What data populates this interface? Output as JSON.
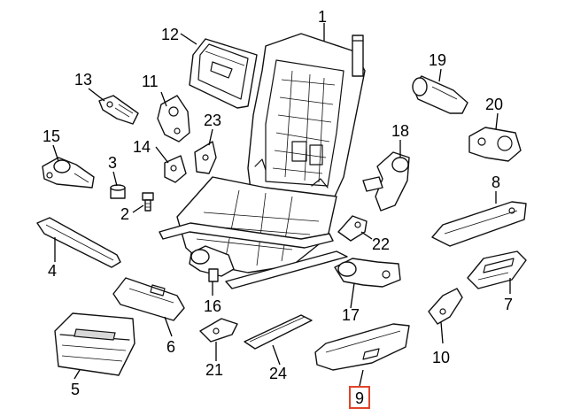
{
  "diagram": {
    "parts": [
      {
        "number": "1"
      },
      {
        "number": "2"
      },
      {
        "number": "3"
      },
      {
        "number": "4"
      },
      {
        "number": "5"
      },
      {
        "number": "6"
      },
      {
        "number": "7"
      },
      {
        "number": "8"
      },
      {
        "number": "9",
        "highlighted": true
      },
      {
        "number": "10"
      },
      {
        "number": "11"
      },
      {
        "number": "12"
      },
      {
        "number": "13"
      },
      {
        "number": "14"
      },
      {
        "number": "15"
      },
      {
        "number": "16"
      },
      {
        "number": "17"
      },
      {
        "number": "18"
      },
      {
        "number": "19"
      },
      {
        "number": "20"
      },
      {
        "number": "21"
      },
      {
        "number": "22"
      },
      {
        "number": "23"
      },
      {
        "number": "24"
      }
    ],
    "highlight_color": "#e0442a"
  }
}
